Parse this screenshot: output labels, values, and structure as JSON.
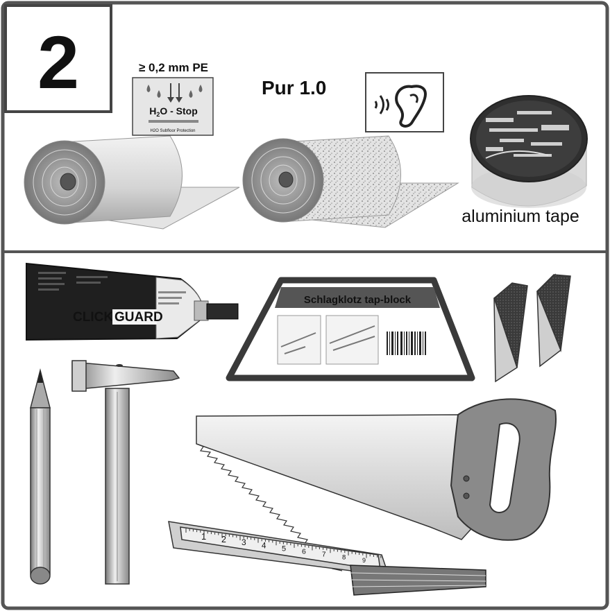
{
  "step": {
    "number": "2"
  },
  "pe_foil": {
    "spec": "≥ 0,2 mm PE",
    "label_h": "H",
    "label_sub": "2",
    "label_rest": "O - Stop",
    "caption": "H2O Subfloor Protection"
  },
  "underlay": {
    "name": "Pur 1.0"
  },
  "tape": {
    "label": "aluminium tape"
  },
  "glue": {
    "brand_a": "CLICK",
    "brand_b": "GUARD"
  },
  "tap_block": {
    "title": "Schlagklotz  tap-block"
  },
  "ruler": {
    "marks": [
      "1",
      "2",
      "3",
      "4",
      "5",
      "6",
      "7",
      "8",
      "9"
    ]
  }
}
